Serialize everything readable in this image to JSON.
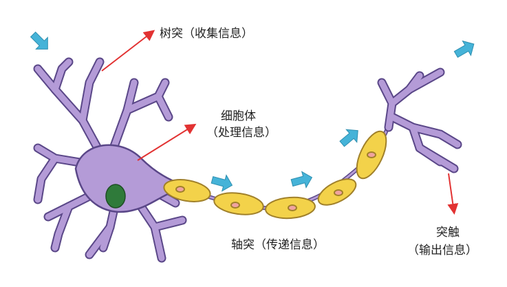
{
  "colors": {
    "neuron_body": "#b49bd7",
    "neuron_outline": "#5a4788",
    "nucleus": "#2f7a3a",
    "myelin": "#f3d24a",
    "myelin_outline": "#a0802a",
    "node": "#f0a3a0",
    "pointer_arrow": "#e23232",
    "flow_arrow": "#45b3d8"
  },
  "labels": {
    "dendrite": "树突（收集信息）",
    "soma_line1": "细胞体",
    "soma_line2": "（处理信息）",
    "axon": "轴突（传递信息）",
    "terminal_line1": "突触",
    "terminal_line2": "（输出信息）"
  }
}
